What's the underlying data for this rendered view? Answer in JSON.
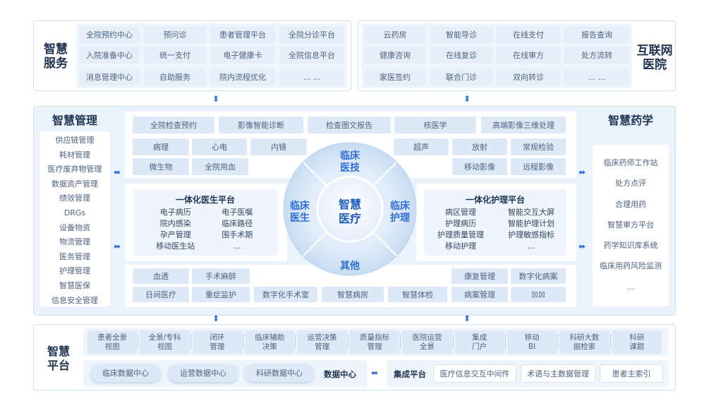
{
  "smart_service": {
    "title_1": "智慧",
    "title_2": "服务",
    "items": [
      "全院预约中心",
      "预问诊",
      "患者管理平台",
      "全院分诊平台",
      "入院准备中心",
      "统一支付",
      "电子健康卡",
      "全院信息平台",
      "消息管理中心",
      "自助服务",
      "院内流程优化",
      "... ..."
    ]
  },
  "internet_hospital": {
    "title_1": "互联网",
    "title_2": "医院",
    "items": [
      "云药房",
      "智能导诊",
      "在线支付",
      "报告查询",
      "健康咨询",
      "在线复诊",
      "在线审方",
      "处方流转",
      "家医签约",
      "联合门诊",
      "双向转诊",
      "... ..."
    ]
  },
  "smart_management": {
    "title": "智慧管理",
    "items": [
      "供应链管理",
      "耗材管理",
      "医疗废弃物管理",
      "数据资产管理",
      "绩效管理",
      "DRGs",
      "设备物资",
      "物流管理",
      "医务管理",
      "护理管理",
      "智慧医保",
      "信息安全管理"
    ]
  },
  "smart_pharmacy": {
    "title": "智慧药学",
    "items": [
      "临床药师工作站",
      "处方点评",
      "合理用药",
      "智慧审方平台",
      "药学知识库系统",
      "临床用药风险监测",
      "..."
    ]
  },
  "tech": {
    "row1": [
      "全院检查预约",
      "影像智能诊断",
      "检查图文报告",
      "核医学",
      "高端影像三维处理"
    ],
    "row2_left": [
      "病理",
      "心电",
      "内镜"
    ],
    "row2_right": [
      "超声",
      "放射",
      "常规检验"
    ],
    "row3_left": [
      "微生物",
      "全院用血"
    ],
    "row3_right": [
      "移动影像",
      "远程影像"
    ]
  },
  "center": {
    "core_1": "智慧",
    "core_2": "医疗",
    "top_1": "临床",
    "top_2": "医技",
    "left_1": "临床",
    "left_2": "医生",
    "right_1": "临床",
    "right_2": "护理",
    "bottom": "其他"
  },
  "doctor_platform": {
    "title": "一体化医生平台",
    "items": [
      "电子病历",
      "电子医嘱",
      "院内感染",
      "临床路径",
      "孕产管理",
      "围手术期",
      "移动医生站",
      "..."
    ]
  },
  "nurse_platform": {
    "title": "一体化护理平台",
    "items": [
      "病区管理",
      "智能交互大屏",
      "护理病历",
      "智能护理计划",
      "护理质量管理",
      "护理敏感指标",
      "移动护理",
      "..."
    ]
  },
  "other": {
    "row1_left": [
      "血透",
      "手术麻醉"
    ],
    "row1_right": [
      "康复管理",
      "数字化病案"
    ],
    "row2": [
      "日间医疗",
      "重症监护",
      "数字化手术室",
      "智慧病房",
      "智慧体检",
      "病案管理",
      "☒☒"
    ]
  },
  "smart_platform": {
    "title_1": "智慧",
    "title_2": "平台",
    "top_items": [
      {
        "l1": "患者全景",
        "l2": "视图"
      },
      {
        "l1": "全景/专科",
        "l2": "视图"
      },
      {
        "l1": "闭环",
        "l2": "管理"
      },
      {
        "l1": "临床辅助",
        "l2": "决策"
      },
      {
        "l1": "运营决策",
        "l2": "管理"
      },
      {
        "l1": "质量指标",
        "l2": "管理"
      },
      {
        "l1": "医院运营",
        "l2": "全景"
      },
      {
        "l1": "集成",
        "l2": "门户"
      },
      {
        "l1": "移动",
        "l2": "BI"
      },
      {
        "l1": "科研大数",
        "l2": "据检索"
      },
      {
        "l1": "科研",
        "l2": "课题"
      }
    ],
    "data_centers": [
      "临床数据中心",
      "运营数据中心",
      "科研数据中心"
    ],
    "data_center_label": "数据中心",
    "integration_label": "集成平台",
    "integration_items": [
      "医疗信息交互中间件",
      "术语与主数据管理",
      "患者主索引"
    ]
  },
  "colors": {
    "accent": "#2f6fd6",
    "title": "#1f3552",
    "chip": "#dde9f7",
    "panel": "#eaf3fc",
    "ring": "#d2e5f6"
  }
}
